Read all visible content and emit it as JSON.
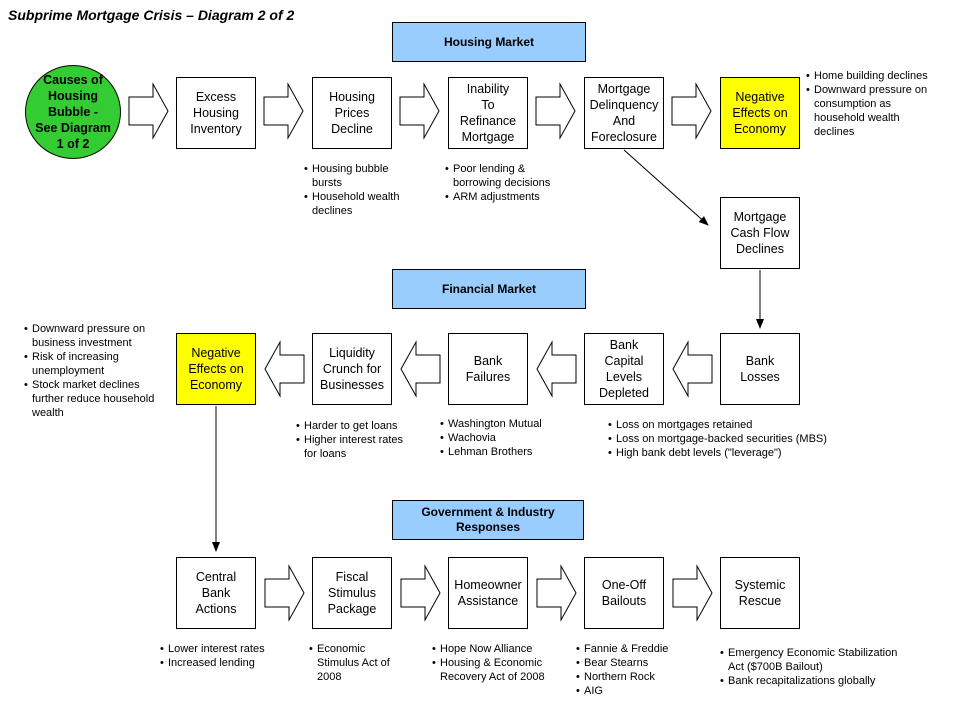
{
  "title": "Subprime Mortgage Crisis – Diagram 2 of 2",
  "sections": {
    "housing": "Housing Market",
    "financial": "Financial Market",
    "government": "Government & Industry Responses"
  },
  "causes": "Causes of\nHousing\nBubble -\nSee Diagram\n1 of 2",
  "row1": [
    "Excess\nHousing\nInventory",
    "Housing\nPrices\nDecline",
    "Inability\nTo\nRefinance\nMortgage",
    "Mortgage\nDelinquency\nAnd\nForeclosure",
    "Negative\nEffects on\nEconomy"
  ],
  "cash_flow": "Mortgage\nCash Flow\nDeclines",
  "row2": [
    "Negative\nEffects on\nEconomy",
    "Liquidity\nCrunch for\nBusinesses",
    "Bank\nFailures",
    "Bank\nCapital\nLevels\nDepleted",
    "Bank\nLosses"
  ],
  "row3": [
    "Central\nBank\nActions",
    "Fiscal\nStimulus\nPackage",
    "Homeowner\nAssistance",
    "One-Off\nBailouts",
    "Systemic\nRescue"
  ],
  "notes": {
    "prices": [
      "Housing bubble bursts",
      "Household wealth declines"
    ],
    "refinance": [
      "Poor lending & borrowing decisions",
      "ARM adjustments"
    ],
    "economy1": [
      "Home building declines",
      "Downward pressure on consumption as household wealth declines"
    ],
    "economy2": [
      "Downward pressure on business investment",
      "Risk of increasing unemployment",
      "Stock market declines further reduce household wealth"
    ],
    "liquidity": [
      "Harder to get loans",
      "Higher interest rates for loans"
    ],
    "failures": [
      "Washington Mutual",
      "Wachovia",
      "Lehman Brothers"
    ],
    "losses": [
      "Loss on mortgages retained",
      "Loss on mortgage-backed securities (MBS)",
      "High bank debt levels (\"leverage\")"
    ],
    "central": [
      "Lower interest rates",
      "Increased lending"
    ],
    "fiscal": [
      "Economic Stimulus Act of 2008"
    ],
    "homeowner": [
      "Hope Now Alliance",
      "Housing & Economic Recovery Act of 2008"
    ],
    "bailouts": [
      "Fannie & Freddie",
      "Bear Stearns",
      "Northern Rock",
      "AIG"
    ],
    "systemic": [
      "Emergency Economic Stabilization Act ($700B Bailout)",
      "Bank recapitalizations globally"
    ]
  }
}
